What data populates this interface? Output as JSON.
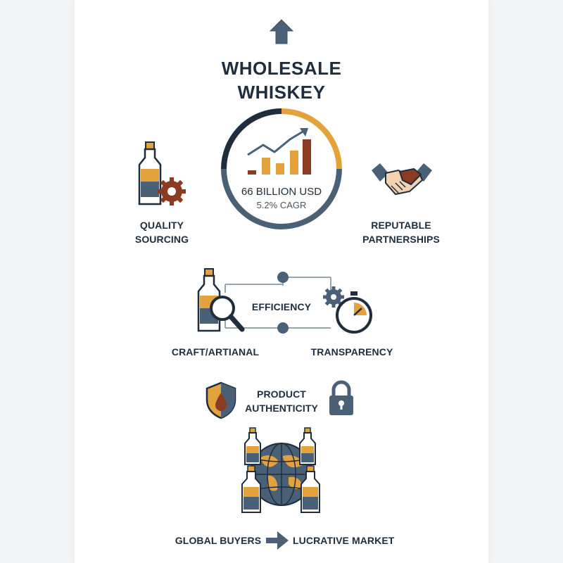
{
  "title": {
    "line1": "WHOLESALE",
    "line2": "WHISKEY"
  },
  "market": {
    "value": "66 BILLION USD",
    "cagr": "5.2% CAGR"
  },
  "labels": {
    "quality_1": "QUALITY",
    "quality_2": "SOURCING",
    "partnerships_1": "REPUTABLE",
    "partnerships_2": "PARTNERSHIPS",
    "efficiency": "EFFICIENCY",
    "craft": "CRAFT/ARTIANAL",
    "transparency": "TRANSPARENCY",
    "authenticity_1": "PRODUCT",
    "authenticity_2": "AUTHENTICITY",
    "global_buyers": "GLOBAL BUYERS",
    "lucrative_market": "LUCRATIVE MARKET"
  },
  "colors": {
    "navy": "#1f2d3d",
    "slate": "#4a6077",
    "amber": "#e3a23c",
    "rust": "#8a3b22",
    "gray": "#9aa4ae"
  },
  "icons": [
    "up-arrow-icon",
    "growth-chart-icon",
    "whiskey-bottle-gear-icon",
    "handshake-icon",
    "bottle-magnifier-icon",
    "gear-stopwatch-icon",
    "shield-drop-icon",
    "padlock-icon",
    "globe-bottles-icon",
    "right-arrow-icon"
  ]
}
